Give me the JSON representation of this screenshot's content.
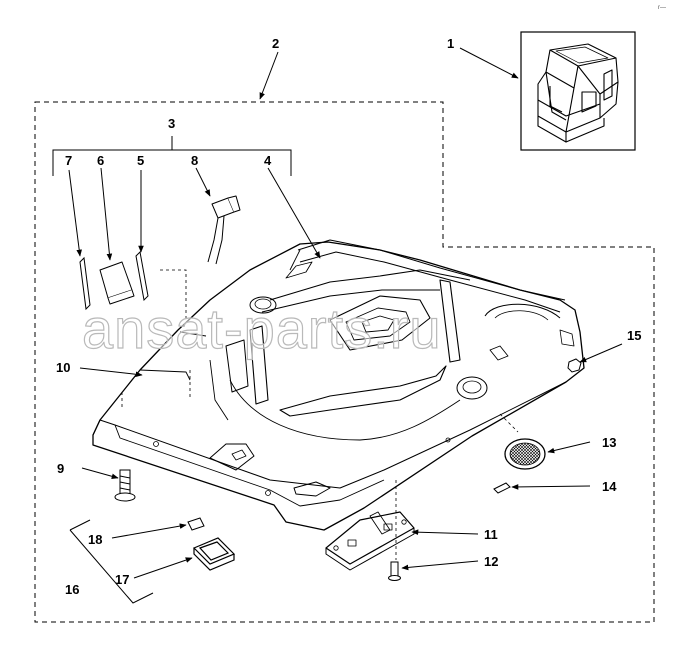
{
  "corner_mark": "r—",
  "watermark": "ansat-parts.ru",
  "callouts": [
    {
      "id": "1",
      "label": "1"
    },
    {
      "id": "2",
      "label": "2"
    },
    {
      "id": "3",
      "label": "3"
    },
    {
      "id": "4",
      "label": "4"
    },
    {
      "id": "5",
      "label": "5"
    },
    {
      "id": "6",
      "label": "6"
    },
    {
      "id": "7",
      "label": "7"
    },
    {
      "id": "8",
      "label": "8"
    },
    {
      "id": "9",
      "label": "9"
    },
    {
      "id": "10",
      "label": "10"
    },
    {
      "id": "11",
      "label": "11"
    },
    {
      "id": "12",
      "label": "12"
    },
    {
      "id": "13",
      "label": "13"
    },
    {
      "id": "14",
      "label": "14"
    },
    {
      "id": "15",
      "label": "15"
    },
    {
      "id": "16",
      "label": "16"
    },
    {
      "id": "17",
      "label": "17"
    },
    {
      "id": "18",
      "label": "18"
    }
  ]
}
